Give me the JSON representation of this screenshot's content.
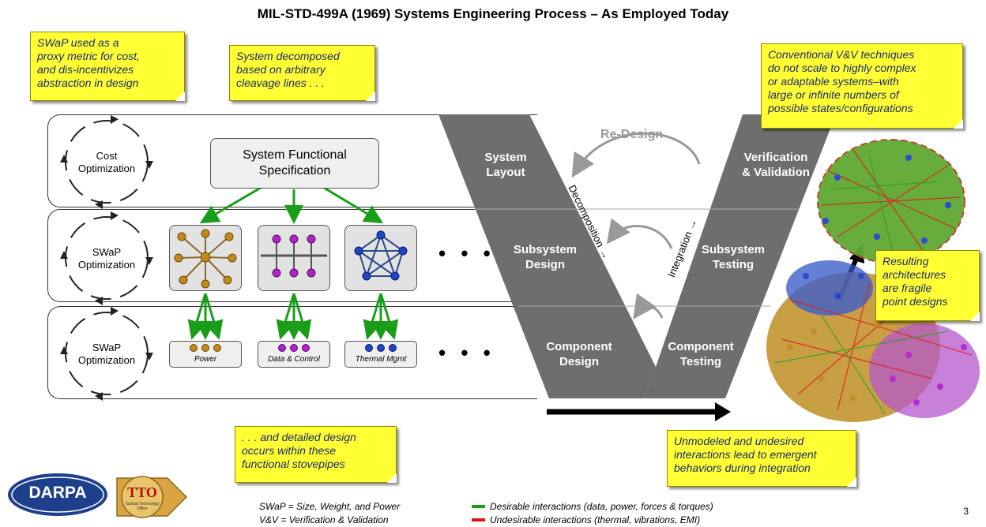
{
  "title": "MIL-STD-499A (1969) Systems Engineering Process – As Employed Today",
  "notes": {
    "swap_proxy": "SWaP used as a\nproxy metric for cost,\nand dis-incentivizes\nabstraction in design",
    "decomposed": "System decomposed\nbased on arbitrary\ncleavage lines . . .",
    "vv": "Conventional V&V techniques\ndo not scale to highly complex\nor adaptable systems–with\nlarge or infinite numbers of\npossible states/configurations",
    "fragile": "Resulting\narchitectures\nare fragile\npoint designs",
    "stovepipes": ". . . and detailed design\noccurs within these\nfunctional stovepipes",
    "unmodeled": "Unmodeled and undesired\ninteractions lead to emergent\nbehaviors during integration"
  },
  "cycles": {
    "top": "Cost\nOptimization",
    "middle": "SWaP\nOptimization",
    "bottom": "SWaP\nOptimization"
  },
  "system_spec": "System Functional\nSpecification",
  "components": {
    "power": "Power",
    "data": "Data & Control",
    "thermal": "Thermal Mgmt"
  },
  "ellipsis": "• • •",
  "v_labels": {
    "system_layout": "System\nLayout",
    "subsystem_design": "Subsystem\nDesign",
    "component_design": "Component\nDesign",
    "vv": "Verification\n& Validation",
    "subsystem_testing": "Subsystem\nTesting",
    "component_testing": "Component\nTesting",
    "redesign": "Re-Design",
    "decomposition": "Decomposition →",
    "integration": "Integration →"
  },
  "legend": {
    "swap": "SWaP = Size, Weight, and Power",
    "vv": "V&V = Verification & Validation",
    "desirable": "Desirable interactions (data, power, forces & torques)",
    "undesirable": "Undesirable interactions (thermal, vibrations, EMI)"
  },
  "logos": {
    "darpa": "DARPA",
    "tto": "TTO",
    "tto_sub": "Tactical Technology Office"
  },
  "page_number": "3",
  "colors": {
    "note_fill": "#ffff33",
    "note_text": "#1b2a6e",
    "v_gray": "#6e6e6e",
    "desirable": "#1a9e1a",
    "undesirable": "#e01010",
    "darpa_blue": "#1d3f8c",
    "tto_gold": "#d9a441",
    "power_node": "#c08a1e",
    "data_node": "#b023c8",
    "thermal_node": "#2244cc"
  }
}
